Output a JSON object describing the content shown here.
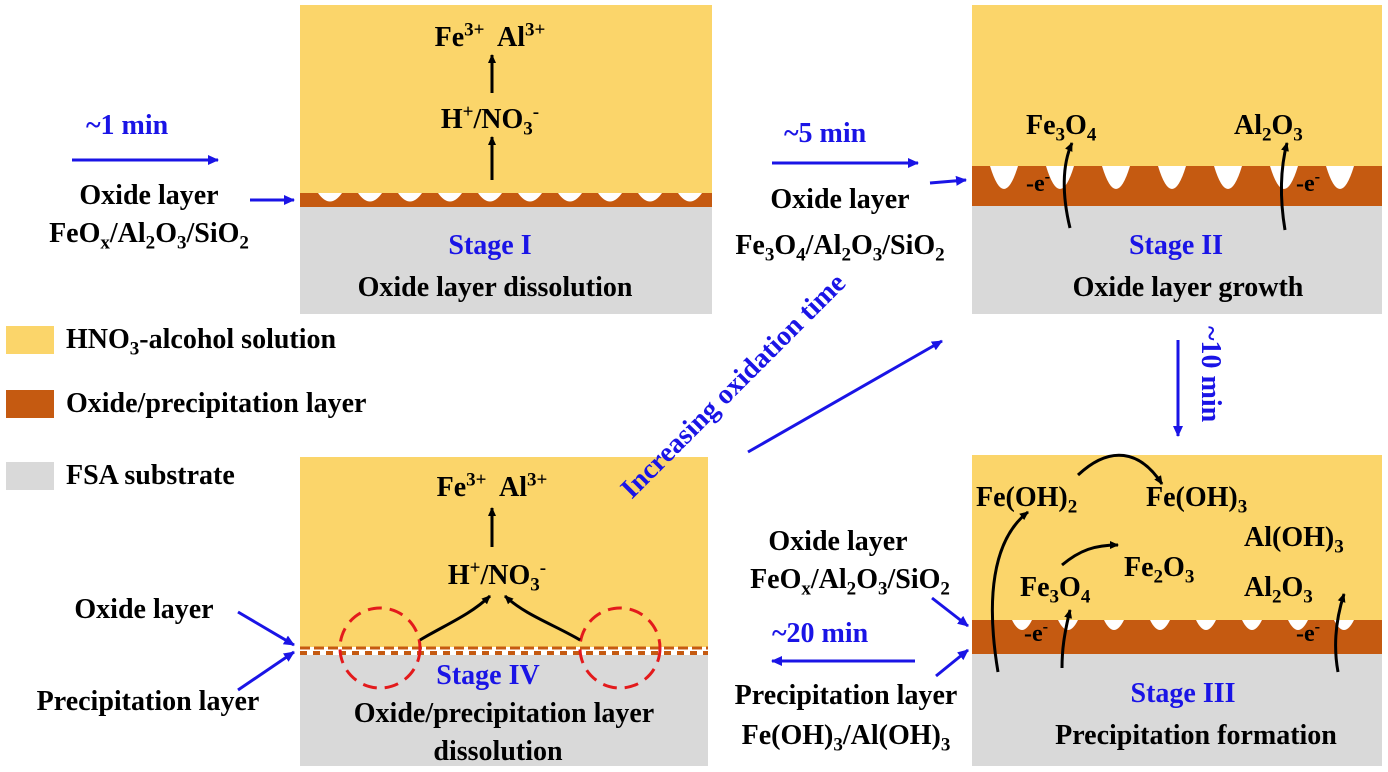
{
  "colors": {
    "solution": "#fbd56a",
    "layer": "#c55a11",
    "substrate": "#d9d9d9",
    "text_accent": "#1a14e6",
    "dashed_circle": "#e31a1c"
  },
  "legend": {
    "solution": "HNO₃-alcohol solution",
    "layer": "Oxide/precipitation layer",
    "substrate": "FSA substrate"
  },
  "stage1": {
    "time": "~1 min",
    "input_label": "Oxide layer",
    "input_formula": "FeOₓ/Al₂O₃/SiO₂",
    "ions": "Fe³⁺ Al³⁺",
    "reactant": "H⁺/NO₃⁻",
    "title": "Stage I",
    "caption": "Oxide layer dissolution"
  },
  "stage2": {
    "time": "~5 min",
    "input_label": "Oxide layer",
    "input_formula": "Fe₃O₄/Al₂O₃/SiO₂",
    "product_left": "Fe₃O₄",
    "product_right": "Al₂O₃",
    "electron": "-e⁻",
    "title": "Stage II",
    "caption": "Oxide layer growth"
  },
  "transition_2_3": {
    "time": "~10 min"
  },
  "stage3": {
    "input_label": "Oxide layer",
    "input_formula": "FeOₓ/Al₂O₃/SiO₂",
    "precip_label": "Precipitation  layer",
    "precip_formula": "Fe(OH)₃/Al(OH)₃",
    "feoh2": "Fe(OH)₂",
    "feoh3": "Fe(OH)₃",
    "fe2o3": "Fe₂O₃",
    "fe3o4": "Fe₃O₄",
    "aloh3": "Al(OH)₃",
    "al2o3": "Al₂O₃",
    "electron": "-e⁻",
    "title": "Stage III",
    "caption": "Precipitation  formation"
  },
  "transition_3_4": {
    "time": "~20 min"
  },
  "stage4": {
    "ions": "Fe³⁺ Al³⁺",
    "reactant": "H⁺/NO₃⁻",
    "oxide_label": "Oxide layer",
    "precip_label": "Precipitation  layer",
    "title": "Stage IV",
    "caption_line1": "Oxide/precipitation layer",
    "caption_line2": "dissolution"
  },
  "diagonal_label": "Increasing oxidation time"
}
